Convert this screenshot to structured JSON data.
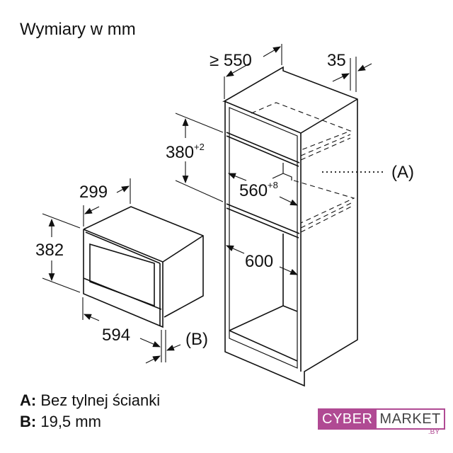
{
  "title": "Wymiary w mm",
  "dimensions": {
    "cabinet_depth": "≥ 550",
    "front_offset": "35",
    "niche_height": "380",
    "niche_height_tol": "+2",
    "niche_width": "560",
    "niche_width_tol": "+8",
    "cabinet_width": "600",
    "appliance_depth": "299",
    "appliance_height": "382",
    "appliance_width": "594",
    "label_a": "(A)",
    "label_b": "(B)"
  },
  "legend": [
    {
      "key": "A:",
      "text": "Bez tylnej ścianki"
    },
    {
      "key": "B:",
      "text": "19,5 mm"
    }
  ],
  "logo": {
    "part1": "CYBER",
    "part2": "MARKET",
    "suffix": ".BY"
  }
}
